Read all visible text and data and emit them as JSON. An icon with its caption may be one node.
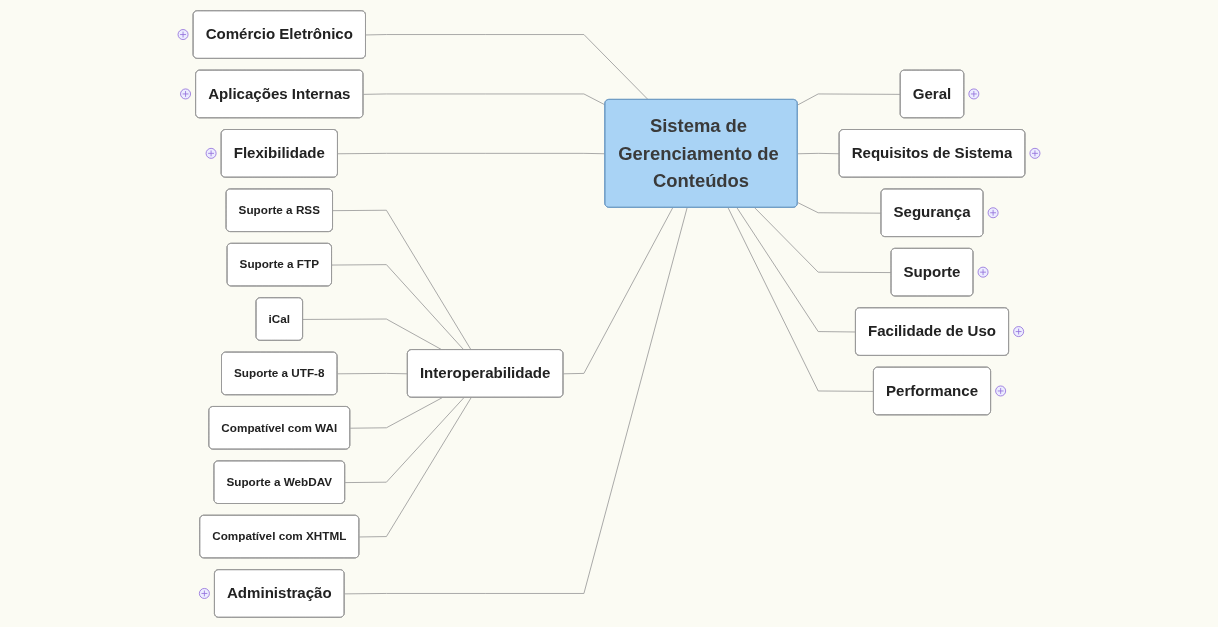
{
  "diagram": {
    "nodes": [
      {
        "text": [
          "Comércio Eletrônico"
        ]
      },
      {
        "text": [
          "Aplicações Internas"
        ]
      },
      {
        "text": [
          "Flexibilidade"
        ]
      },
      {
        "text": [
          "Suporte a RSS"
        ]
      },
      {
        "text": [
          "Suporte a FTP"
        ]
      },
      {
        "text": [
          "iCal"
        ]
      },
      {
        "text": [
          "Suporte a UTF-8"
        ]
      },
      {
        "text": [
          "Compatível com WAI"
        ]
      },
      {
        "text": [
          "Suporte a WebDAV"
        ]
      },
      {
        "text": [
          "Compatível com XHTML"
        ]
      },
      {
        "text": [
          "Interoperabilidade"
        ]
      },
      {
        "text": [
          "Administração"
        ]
      },
      {
        "text": [
          "Sistema de Gerenciamento de Conteúdos"
        ]
      },
      {
        "text": [
          "Geral"
        ]
      },
      {
        "text": [
          "Requisitos de Sistema"
        ]
      },
      {
        "text": [
          "Segurança"
        ]
      },
      {
        "text": [
          "Suporte"
        ]
      },
      {
        "text": [
          "Facilidade de Uso"
        ]
      },
      {
        "text": [
          "Performance"
        ]
      }
    ],
    "edges": [
      {
        "from": 0,
        "to": 12,
        "arrow": "none"
      },
      {
        "from": 1,
        "to": 12,
        "arrow": "none"
      },
      {
        "from": 2,
        "to": 12,
        "arrow": "none"
      },
      {
        "from": 3,
        "to": 10,
        "arrow": "none"
      },
      {
        "from": 4,
        "to": 10,
        "arrow": "none"
      },
      {
        "from": 5,
        "to": 10,
        "arrow": "none"
      },
      {
        "from": 6,
        "to": 10,
        "arrow": "none"
      },
      {
        "from": 7,
        "to": 10,
        "arrow": "none"
      },
      {
        "from": 8,
        "to": 10,
        "arrow": "none"
      },
      {
        "from": 9,
        "to": 10,
        "arrow": "none"
      },
      {
        "from": 10,
        "to": 12,
        "arrow": "none"
      },
      {
        "from": 11,
        "to": 12,
        "arrow": "none"
      },
      {
        "from": 12,
        "to": 13,
        "arrow": "none"
      },
      {
        "from": 12,
        "to": 14,
        "arrow": "none"
      },
      {
        "from": 12,
        "to": 15,
        "arrow": "none"
      },
      {
        "from": 12,
        "to": 16,
        "arrow": "none"
      },
      {
        "from": 12,
        "to": 17,
        "arrow": "none"
      },
      {
        "from": 12,
        "to": 18,
        "arrow": "none"
      }
    ]
  }
}
